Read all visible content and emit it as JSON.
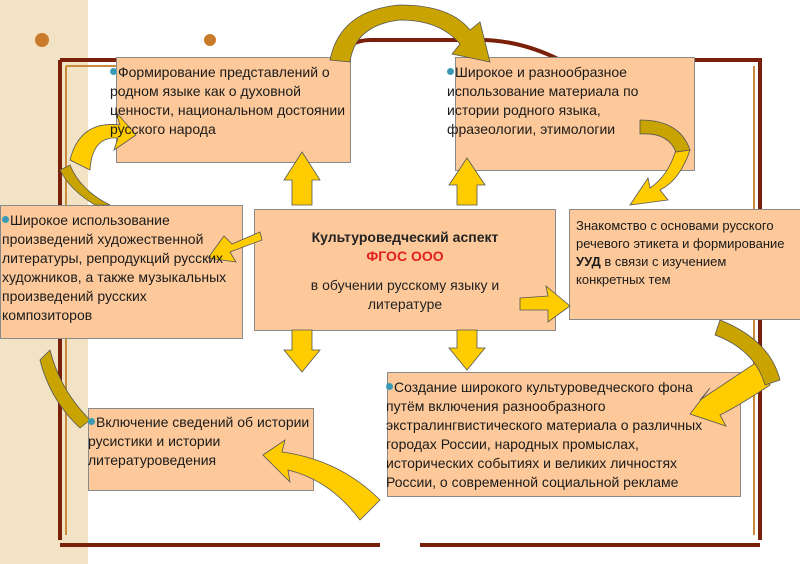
{
  "center": {
    "title": "Культуроведческий аспект",
    "subtitle": "ФГОС ООО",
    "text": "в обучении русскому языку и литературе"
  },
  "boxes": {
    "top_left": "Формирование представлений о родном языке как о духовной ценности, национальном достоянии русского народа",
    "top_right": "Широкое и разнообразное использование материала по истории родного языка, фразеологии, этимологии",
    "right_before": "Знакомство с основами русского речевого этикета и формирование ",
    "right_bold": "УУД",
    "right_after": " в  связи с изучением конкретных тем",
    "left": "Широкое использование произведений художественной литературы, репродукций русских художников, а также музыкальных произведений русских композиторов",
    "bottom_left": "Включение сведений об истории русистики и истории литературоведения",
    "bottom_right": "Создание широкого культуроведческого фона путём включения разнообразного экстралингвистического материала о различных городах России, народных промыслах, исторических событиях и великих личностях России, о современной социальной рекламе"
  },
  "colors": {
    "box_fill": "#fdc99a",
    "arrow_yellow": "#ffcc00",
    "arrow_olive": "#c9a400",
    "frame_brown": "#7a1f0a",
    "bullet": "#3a9ab5",
    "accent_red": "#e0201a"
  }
}
